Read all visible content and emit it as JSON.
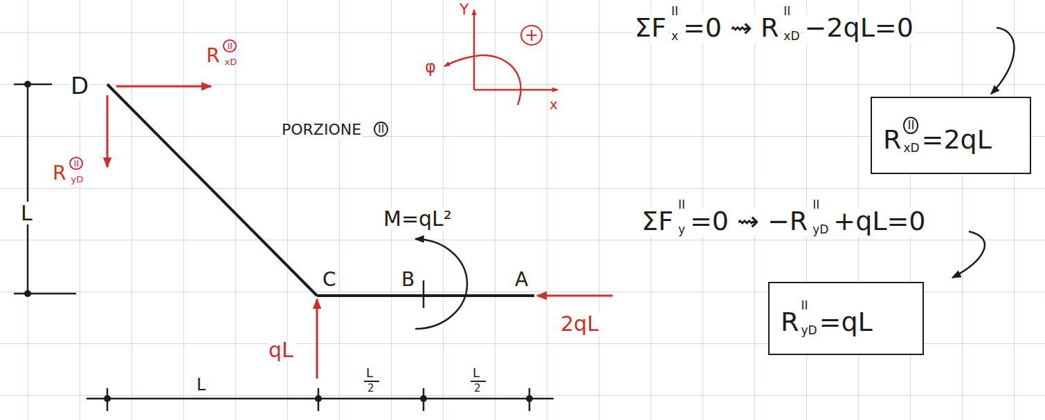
{
  "diagram": {
    "nodes": [
      {
        "text": [
          "R",
          "II",
          "xD",
          "=2qL"
        ]
      },
      {
        "text": [
          "R",
          "II",
          "yD",
          "=qL"
        ]
      }
    ],
    "labels": [
      "D",
      "II",
      "R",
      "xD",
      "II",
      "R",
      "yD",
      "L",
      "Y",
      "φ",
      "+",
      "x",
      "PORZIONE",
      "II",
      "M=qL²",
      "C",
      "B",
      "A",
      "qL",
      "2qL",
      "L",
      "L",
      "2",
      "L",
      "2",
      "ΣF",
      "II",
      "x",
      "=0 ⇝ R",
      "II",
      "xD",
      "−2qL=0",
      "ΣF",
      "II",
      "y",
      "=0 ⇝ −R",
      "II",
      "yD",
      "+qL=0"
    ]
  }
}
